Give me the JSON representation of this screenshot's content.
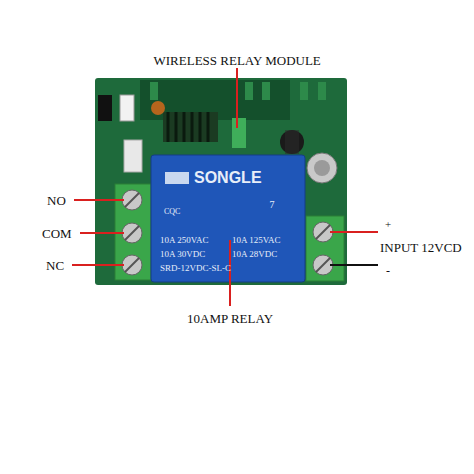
{
  "diagram": {
    "labels": [
      "WIRELESS RELAY MODULE",
      "NO",
      "COM",
      "NC",
      "10AMP RELAY",
      "+",
      "INPUT 12VCD",
      "-",
      "SONGLE",
      "CQC",
      "7",
      "10A 250VAC",
      "10A 125VAC",
      "10A 30VDC",
      "10A 28VDC",
      "SRD-12VDC-SL-C"
    ]
  }
}
